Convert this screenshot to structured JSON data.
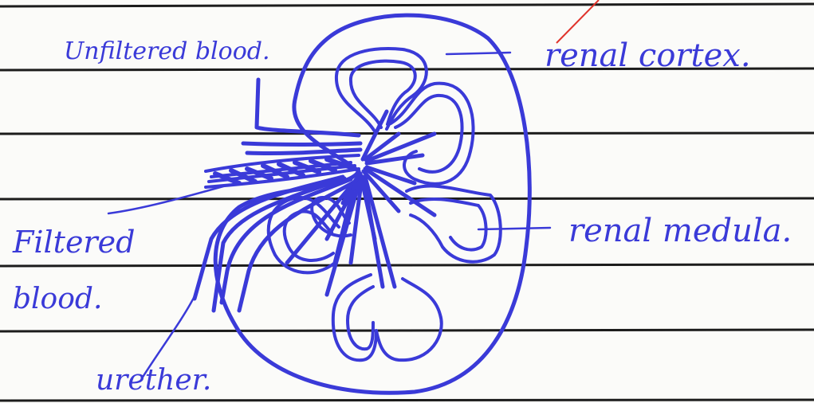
{
  "diagram": {
    "labels": {
      "unfiltered_blood": "Unfiltered blood.",
      "renal_cortex": "renal cortex.",
      "renal_medulla": "renal medula.",
      "filtered_blood_line1": "Filtered",
      "filtered_blood_line2": "blood.",
      "urether": "urether."
    }
  },
  "colors": {
    "ink": "#3a3ad8",
    "ruled_line": "#1c1c1c",
    "margin_mark": "#e0342c",
    "paper": "#fbfbf9"
  }
}
